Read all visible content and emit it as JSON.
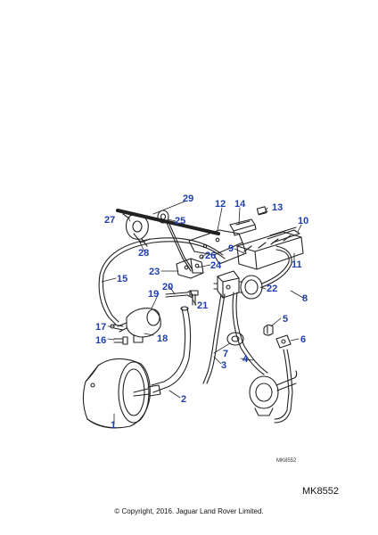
{
  "diagram": {
    "callouts": [
      {
        "id": "c1",
        "label": "1"
      },
      {
        "id": "c2",
        "label": "2"
      },
      {
        "id": "c3",
        "label": "3"
      },
      {
        "id": "c4",
        "label": "4"
      },
      {
        "id": "c5",
        "label": "5"
      },
      {
        "id": "c6",
        "label": "6"
      },
      {
        "id": "c7",
        "label": "7"
      },
      {
        "id": "c8",
        "label": "8"
      },
      {
        "id": "c9",
        "label": "9"
      },
      {
        "id": "c10",
        "label": "10"
      },
      {
        "id": "c11",
        "label": "11"
      },
      {
        "id": "c12",
        "label": "12"
      },
      {
        "id": "c13",
        "label": "13"
      },
      {
        "id": "c14",
        "label": "14"
      },
      {
        "id": "c15",
        "label": "15"
      },
      {
        "id": "c16",
        "label": "16"
      },
      {
        "id": "c17",
        "label": "17"
      },
      {
        "id": "c18",
        "label": "18"
      },
      {
        "id": "c19",
        "label": "19"
      },
      {
        "id": "c20",
        "label": "20"
      },
      {
        "id": "c21",
        "label": "21"
      },
      {
        "id": "c22",
        "label": "22"
      },
      {
        "id": "c23",
        "label": "23"
      },
      {
        "id": "c24",
        "label": "24"
      },
      {
        "id": "c25",
        "label": "25"
      },
      {
        "id": "c26",
        "label": "26"
      },
      {
        "id": "c27",
        "label": "27"
      },
      {
        "id": "c28",
        "label": "28"
      },
      {
        "id": "c29",
        "label": "29"
      }
    ],
    "ref_small": "MK8552",
    "ref_big": "MK8552",
    "copyright": "© Copyright, 2016. Jaguar Land Rover Limited.",
    "callout_color": "#1f3fb0"
  }
}
